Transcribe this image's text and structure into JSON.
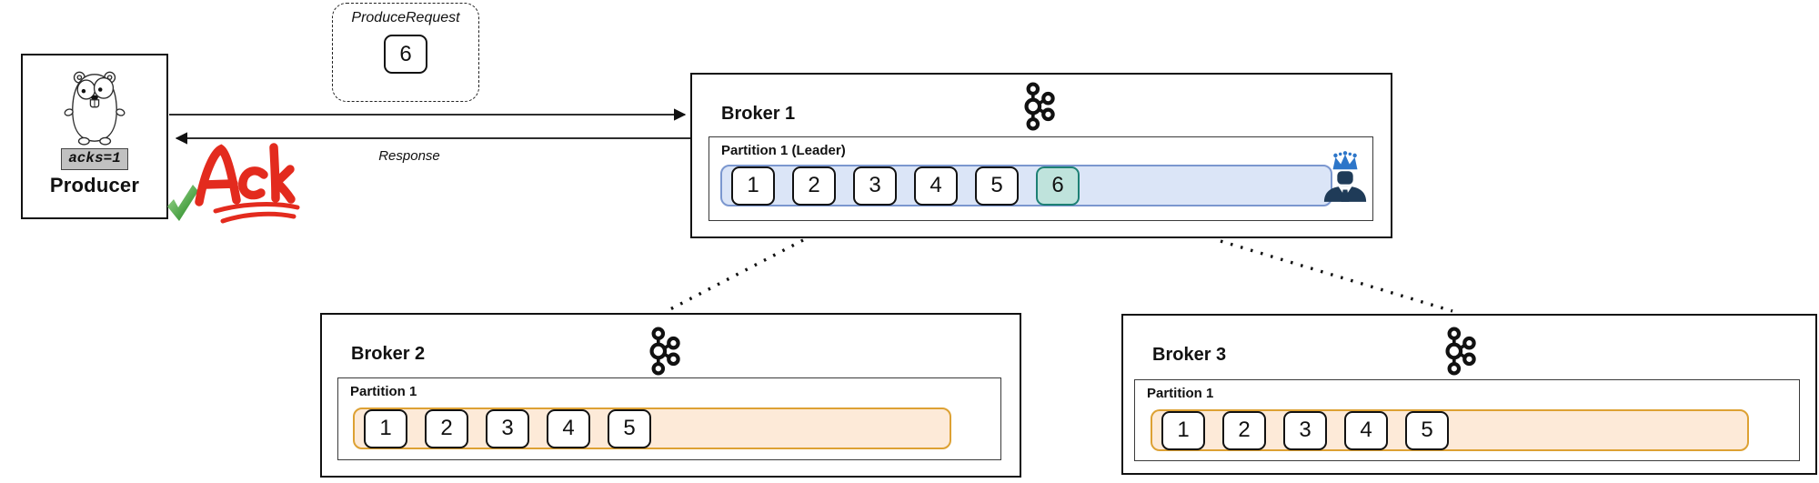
{
  "diagram": {
    "producer": {
      "title": "Producer",
      "config_label": "acks=1",
      "mascot": "go-gopher"
    },
    "produce_request": {
      "title": "ProduceRequest",
      "message": "6"
    },
    "response_label": "Response",
    "ack": {
      "label": "Ack",
      "check_icon": "green-checkmark"
    },
    "brokers": [
      {
        "name": "Broker 1",
        "logo_icon": "kafka-logo",
        "partition": {
          "label": "Partition 1 (Leader)",
          "messages": [
            "1",
            "2",
            "3",
            "4",
            "5",
            "6"
          ],
          "highlighted_message": "6",
          "role": "leader",
          "leader_icon": "crown-person"
        }
      },
      {
        "name": "Broker 2",
        "logo_icon": "kafka-logo",
        "partition": {
          "label": "Partition 1",
          "messages": [
            "1",
            "2",
            "3",
            "4",
            "5"
          ],
          "role": "follower"
        }
      },
      {
        "name": "Broker 3",
        "logo_icon": "kafka-logo",
        "partition": {
          "label": "Partition 1",
          "messages": [
            "1",
            "2",
            "3",
            "4",
            "5"
          ],
          "role": "follower"
        }
      }
    ],
    "colors": {
      "leader_strip_fill": "#dbe5f7",
      "leader_strip_border": "#7b97cf",
      "replica_strip_fill": "#fdead8",
      "replica_strip_border": "#dda133",
      "highlight_fill": "#bfe3dc",
      "highlight_border": "#1d8074",
      "ack_red": "#e32b1e",
      "check_green": "#2f9e2f",
      "crown_blue": "#2d76c9",
      "person_navy": "#1f3b58"
    }
  }
}
